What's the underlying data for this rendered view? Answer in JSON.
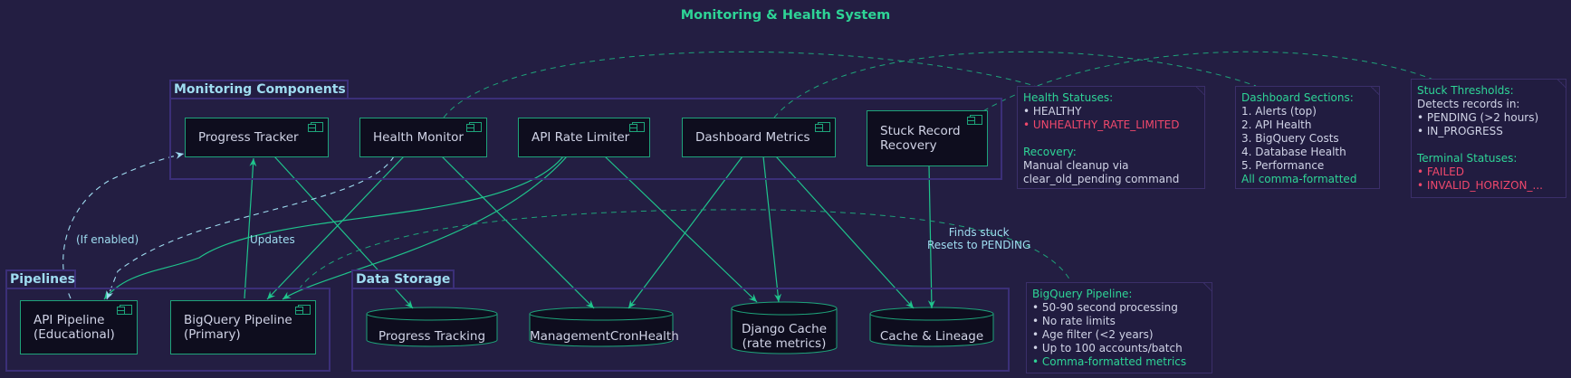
{
  "title": "Monitoring & Health System",
  "packages": {
    "monitoring": "Monitoring Components",
    "pipelines": "Pipelines",
    "storage": "Data Storage"
  },
  "components": {
    "progress_tracker": "Progress Tracker",
    "health_monitor": "Health Monitor",
    "api_rate_limiter": "API Rate Limiter",
    "dashboard_metrics": "Dashboard Metrics",
    "stuck_record_recovery": "Stuck Record\nRecovery",
    "api_pipeline": "API Pipeline\n(Educational)",
    "bigquery_pipeline": "BigQuery Pipeline\n(Primary)"
  },
  "databases": {
    "progress_tracking": "Progress Tracking",
    "management_cron_health": "ManagementCronHealth",
    "django_cache": "Django Cache\n(rate metrics)",
    "cache_lineage": "Cache & Lineage"
  },
  "edge_labels": {
    "if_enabled": "(If enabled)",
    "updates": "Updates",
    "finds_stuck": "Finds stuck\nResets to PENDING"
  },
  "notes": {
    "health": [
      {
        "text": "Health Statuses:",
        "tone": "green"
      },
      {
        "text": "• HEALTHY",
        "tone": "light"
      },
      {
        "text": "• UNHEALTHY_RATE_LIMITED",
        "tone": "red"
      },
      {
        "text": " ",
        "tone": "light"
      },
      {
        "text": "Recovery:",
        "tone": "green"
      },
      {
        "text": "Manual cleanup via",
        "tone": "light"
      },
      {
        "text": "clear_old_pending command",
        "tone": "light"
      }
    ],
    "dashboard": [
      {
        "text": "Dashboard Sections:",
        "tone": "green"
      },
      {
        "text": "1. Alerts (top)",
        "tone": "light"
      },
      {
        "text": "2. API Health",
        "tone": "light"
      },
      {
        "text": "3. BigQuery Costs",
        "tone": "light"
      },
      {
        "text": "4. Database Health",
        "tone": "light"
      },
      {
        "text": "5. Performance",
        "tone": "light"
      },
      {
        "text": "All comma-formatted",
        "tone": "green"
      }
    ],
    "stuck": [
      {
        "text": "Stuck Thresholds:",
        "tone": "green"
      },
      {
        "text": "Detects records in:",
        "tone": "light"
      },
      {
        "text": "• PENDING (>2 hours)",
        "tone": "light"
      },
      {
        "text": "• IN_PROGRESS",
        "tone": "light"
      },
      {
        "text": " ",
        "tone": "light"
      },
      {
        "text": "Terminal Statuses:",
        "tone": "green"
      },
      {
        "text": "• FAILED",
        "tone": "red"
      },
      {
        "text": "• INVALID_HORIZON_...",
        "tone": "red"
      }
    ],
    "bigquery": [
      {
        "text": "BigQuery Pipeline:",
        "tone": "green"
      },
      {
        "text": "• 50-90 second processing",
        "tone": "light"
      },
      {
        "text": "• No rate limits",
        "tone": "light"
      },
      {
        "text": "• Age filter (<2 years)",
        "tone": "light"
      },
      {
        "text": "• Up to 100 accounts/batch",
        "tone": "light"
      },
      {
        "text": "• Comma-formatted metrics",
        "tone": "green"
      }
    ]
  },
  "colors": {
    "background": "#231e42",
    "accent": "#2ed496",
    "edge": "#1fc48c",
    "dashed": "#1ea37a",
    "light_dashed": "#9fdcf0",
    "border": "#3b2f78",
    "warn": "#f0486c"
  }
}
